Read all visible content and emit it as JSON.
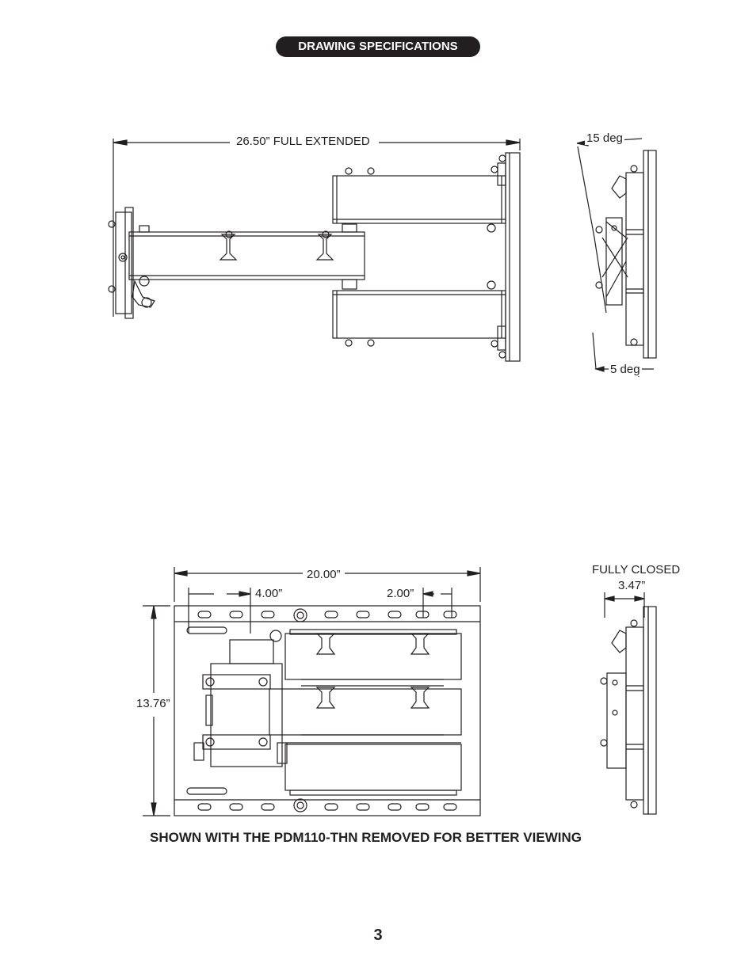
{
  "header": {
    "title": "DRAWING SPECIFICATIONS"
  },
  "drawings": {
    "extended": {
      "dimension_label": "26.50” FULL EXTENDED"
    },
    "tilt": {
      "up_label": "15 deg",
      "down_label": "5 deg"
    },
    "front": {
      "width_label": "20.00”",
      "left_offset_label": "4.00”",
      "right_offset_label": "2.00”",
      "height_label": "13.76”"
    },
    "closed": {
      "state_label": "FULLY CLOSED",
      "depth_label": "3.47”"
    }
  },
  "caption": "SHOWN WITH THE PDM110-THN REMOVED FOR BETTER VIEWING",
  "page_number": "3"
}
